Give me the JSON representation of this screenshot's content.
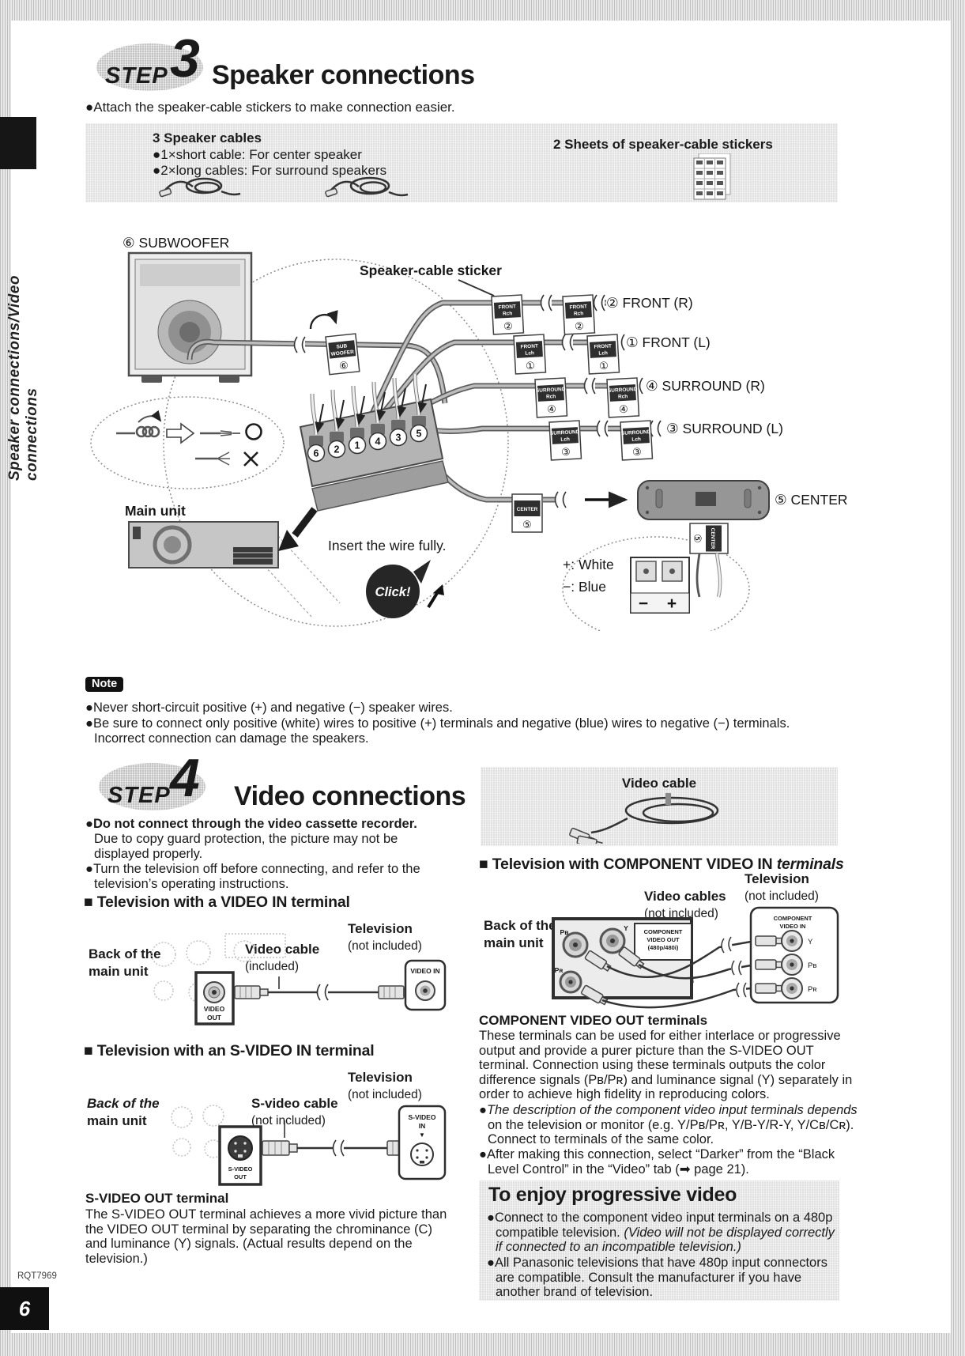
{
  "page": {
    "side_tab": "Speaker connections/Video connections",
    "code": "RQT7969",
    "number": "6"
  },
  "step3": {
    "step_word": "STEP",
    "step_num": "3",
    "title": "Speaker connections",
    "intro": "●Attach the speaker-cable stickers to make connection easier.",
    "parts_box": {
      "cables_title": "3 Speaker cables",
      "cable_item_1": "●1×short cable: For center speaker",
      "cable_item_2": "●2×long cables: For surround speakers",
      "stickers_title": "2 Sheets of speaker-cable stickers"
    },
    "diagram": {
      "subwoofer": "⑥ SUBWOOFER",
      "sticker_pointer": "Speaker-cable sticker",
      "front_r": "② FRONT (R)",
      "front_l": "① FRONT (L)",
      "surround_r": "④ SURROUND (R)",
      "surround_l": "③ SURROUND (L)",
      "center": "⑤ CENTER",
      "main_unit": "Main unit",
      "insert_wire": "Insert the wire fully.",
      "click": "Click!",
      "plus_white": "+: White",
      "minus_blue": "−: Blue",
      "minus": "−",
      "plus": "+",
      "terminals": [
        "6",
        "2",
        "1",
        "4",
        "3",
        "5"
      ],
      "tag_front_r": {
        "l1": "FRONT",
        "l2": "Rch",
        "n": "②"
      },
      "tag_front_l": {
        "l1": "FRONT",
        "l2": "Lch",
        "n": "①"
      },
      "tag_surround_r": {
        "l1": "SURROUND",
        "l2": "Rch",
        "n": "④"
      },
      "tag_surround_l": {
        "l1": "SURROUND",
        "l2": "Lch",
        "n": "③"
      },
      "tag_center": {
        "l1": "CENTER",
        "n": "⑤"
      },
      "tag_subwoofer": {
        "l1": "SUB",
        "l2": "WOOFER",
        "n": "⑥"
      }
    },
    "note": {
      "label": "Note",
      "line1": "●Never short-circuit positive (+) and negative (−) speaker wires.",
      "line2": "●Be sure to connect only positive (white) wires to positive (+) terminals and negative (blue) wires to negative (−) terminals.",
      "line3": "Incorrect connection can damage the speakers."
    }
  },
  "step4": {
    "step_word": "STEP",
    "step_num": "4",
    "title": "Video connections",
    "bullet1_bold": "●Do not connect through the video cassette recorder.",
    "bullet1_rest": "Due to copy guard protection, the picture may not be displayed properly.",
    "bullet2": "●Turn the television off before connecting, and refer to the television’s operating instructions.",
    "video_cable_box_title": "Video cable",
    "video_in": {
      "heading": "■ Television with a VIDEO IN terminal",
      "back_1": "Back of the",
      "back_2": "main unit",
      "cable_1": "Video cable",
      "cable_2": "(included)",
      "tv_1": "Television",
      "tv_2": "(not included)",
      "out_1": "VIDEO",
      "out_2": "OUT",
      "in_label": "VIDEO IN"
    },
    "s_video": {
      "heading": "■ Television with an S-VIDEO IN terminal",
      "back_1": "Back of the",
      "back_2": "main unit",
      "cable_1": "S-video cable",
      "cable_2": "(not included)",
      "tv_1": "Television",
      "tv_2": "(not included)",
      "out_1": "S-VIDEO",
      "out_2": "OUT",
      "in_1": "S-VIDEO",
      "in_2": "IN",
      "in_arrow": "▼"
    },
    "s_video_text": {
      "heading": "S-VIDEO OUT terminal",
      "body": "The S-VIDEO OUT termin­al achieves a more vivid picture than the VIDEO OUT terminal by separating the chrominance (C) and luminance (Y) signals. (Actual results depend on the television.)"
    },
    "component": {
      "heading_main": "■ Television with COMPONENT VIDEO IN ",
      "heading_italic": "terminals",
      "tv_1": "Television",
      "tv_2": "(not included)",
      "cables_1": "Video cables",
      "cables_2": "(not included)",
      "back_1": "Back of the",
      "back_2": "main unit",
      "out_box_1": "COMPONENT",
      "out_box_2": "VIDEO OUT",
      "out_box_3": "(480p/480i)",
      "out_jack_pb": "Pʙ",
      "out_jack_y": "Y",
      "out_jack_pr": "Pʀ",
      "in_box_1": "COMPONENT",
      "in_box_2": "VIDEO IN",
      "in_jack_y": "Y",
      "in_jack_pb": "Pʙ",
      "in_jack_pr": "Pʀ"
    },
    "component_text": {
      "heading": "COMPONENT VIDEO OUT terminals",
      "body": "These terminals can be used for either interlace or progressive output and provide a purer picture than the S-VIDEO OUT terminal. Connection using these terminals outputs the color difference signals (Pʙ/Pʀ) and luminance signal (Y) separately in order to achieve high fidelity in reproducing colors.",
      "b1_italic": "●The description of the component video input terminals depends",
      "b1_rest": " on the television or monitor (e.g. Y/Pʙ/Pʀ, Y/B-Y/R-Y, Y/Cʙ/Cʀ). Connect to terminals of the same color.",
      "b2": "●After making this connection, select “Darker” from the “Black Level Control” in the “Video” tab (➡ page 21)."
    },
    "progressive": {
      "title": "To enjoy progressive video",
      "b1_a": "●Connect to the component video input terminals on a 480p compatible television. ",
      "b1_b": "(Video will not be displayed correctly if connected to an incompatible television.)",
      "b2": "●All Panasonic televisions that have 480p input connectors are compatible. Consult the manufacturer if you have another brand of television."
    }
  }
}
